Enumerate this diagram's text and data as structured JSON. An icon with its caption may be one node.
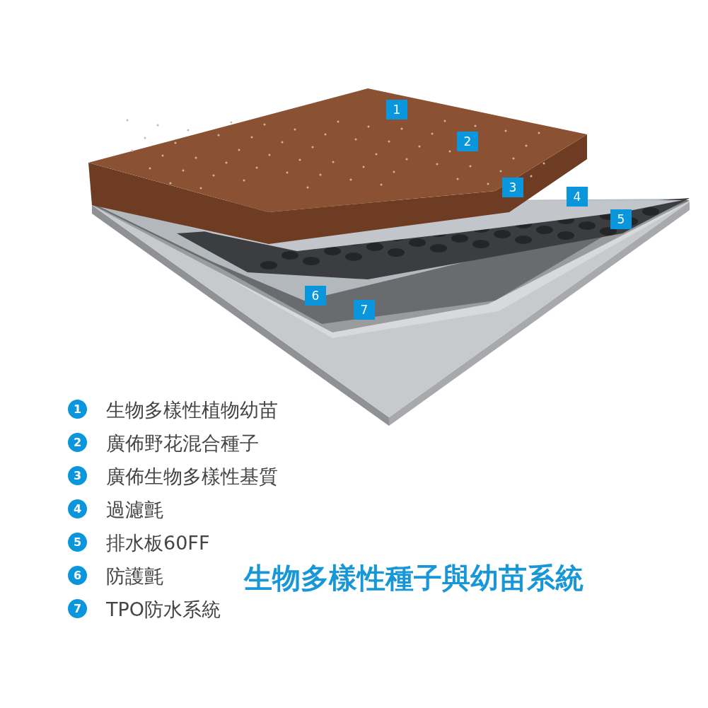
{
  "diagram": {
    "title": "生物多樣性種子與幼苗系統",
    "labels": [
      "1",
      "2",
      "3",
      "4",
      "5",
      "6",
      "7",
      "1",
      "生物多樣性植物幼苗",
      "2",
      "廣佈野花混合種子",
      "3",
      "廣佈生物多樣性基質",
      "4",
      "過濾氈",
      "5",
      "排水板60FF",
      "6",
      "防護氈",
      "7",
      "TPO防水系統"
    ]
  }
}
